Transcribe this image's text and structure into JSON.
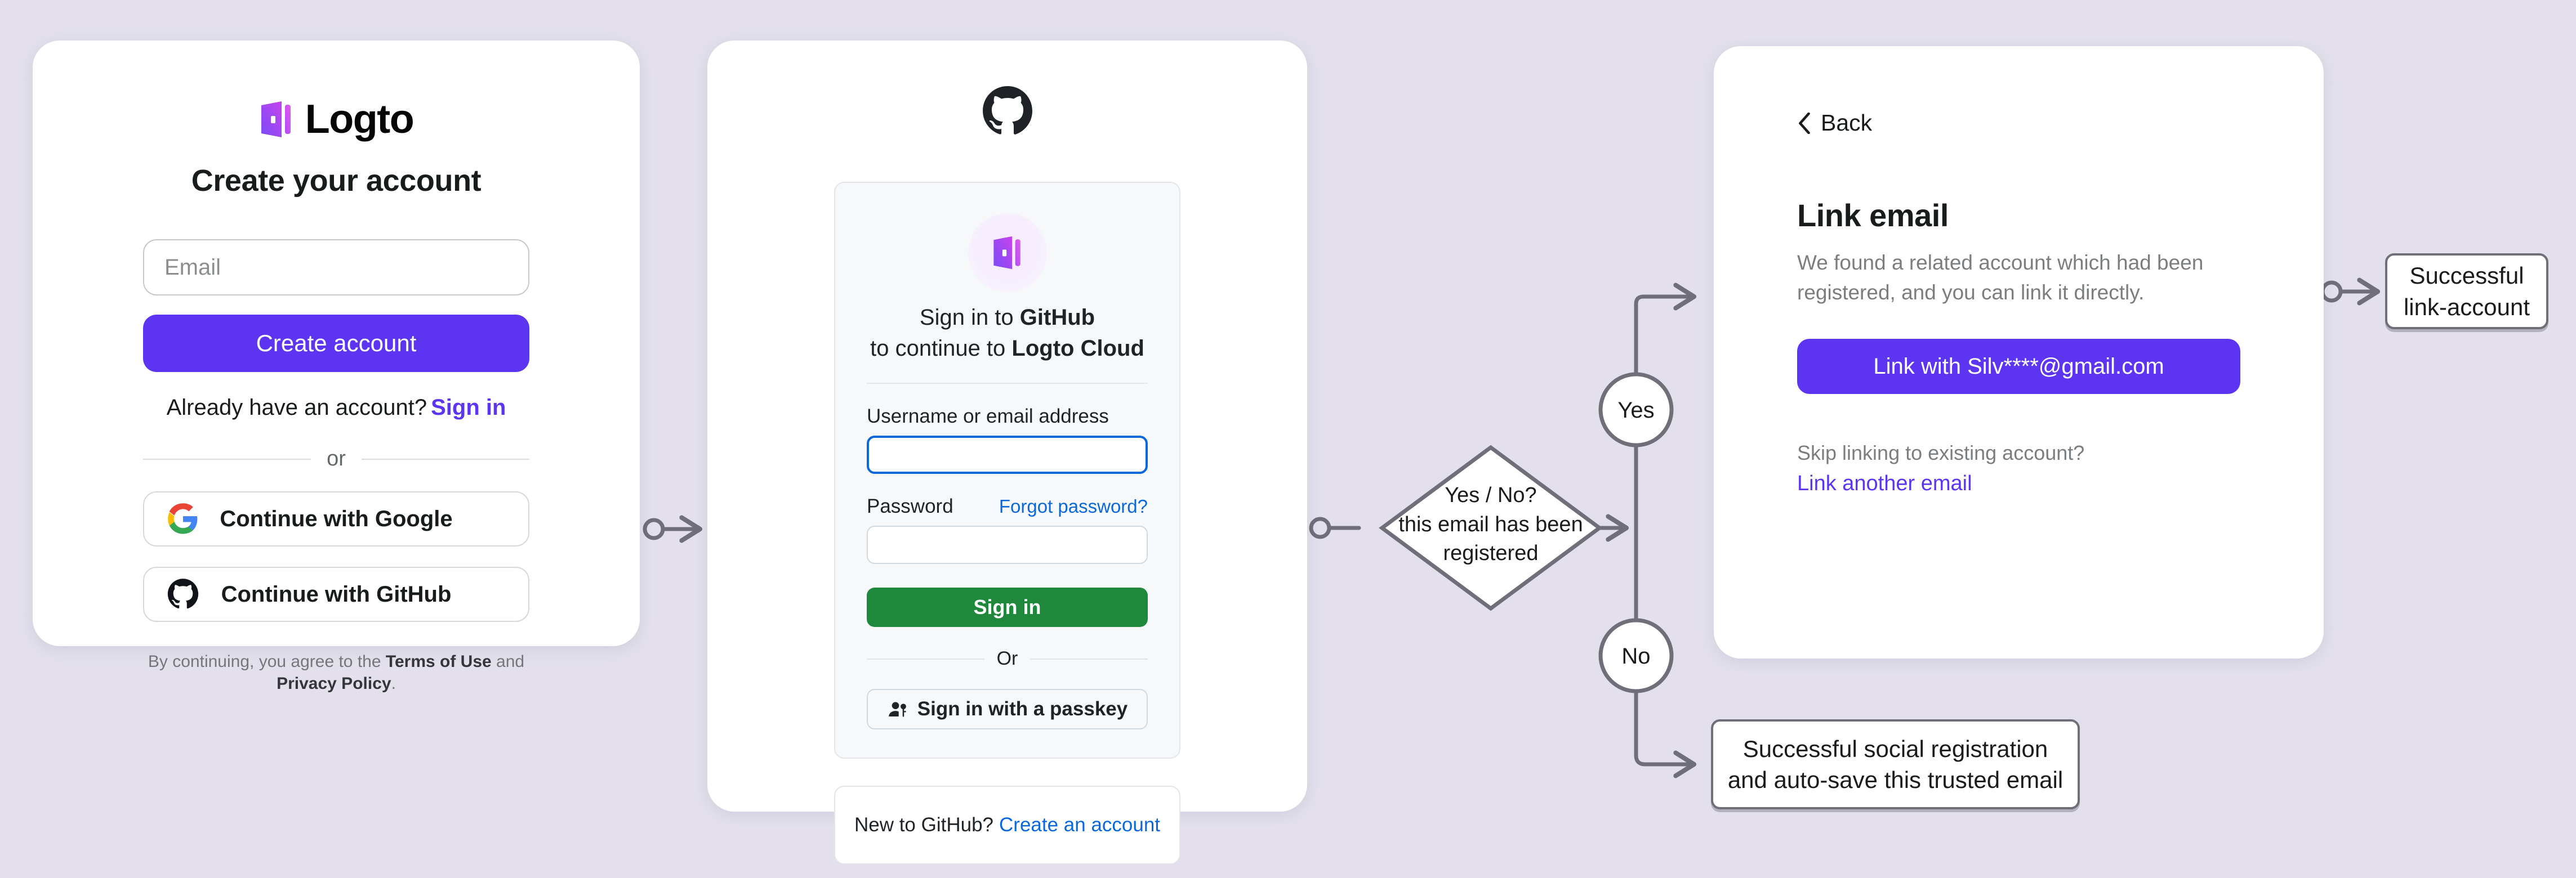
{
  "theme": {
    "background": "#e3e0ec",
    "brand_purple": "#5d34f2",
    "github_green": "#1f883d",
    "github_blue": "#0969da",
    "flow_stroke": "#6f6f7a"
  },
  "signup_card": {
    "brand_name": "Logto",
    "title": "Create your account",
    "email_placeholder": "Email",
    "email_value": "",
    "create_account_label": "Create account",
    "have_account_text": "Already have an account?",
    "sign_in_link": "Sign in",
    "or_divider": "or",
    "google_label": "Continue with Google",
    "github_label": "Continue with GitHub",
    "legal_prefix": "By continuing, you agree to the ",
    "legal_terms": "Terms of Use",
    "legal_middle": " and ",
    "legal_privacy": "Privacy Policy",
    "legal_suffix": "."
  },
  "github_card": {
    "heading_line1_prefix": "Sign in to ",
    "heading_line1_strong": "GitHub",
    "heading_line2_prefix": "to continue to ",
    "heading_line2_strong": "Logto Cloud",
    "username_label": "Username or email address",
    "username_value": "",
    "password_label": "Password",
    "password_value": "",
    "forgot_password": "Forgot password?",
    "sign_in_label": "Sign in",
    "or_divider": "Or",
    "passkey_label": "Sign in with a passkey",
    "new_to_github": "New to GitHub?",
    "create_account_link": "Create an account"
  },
  "link_card": {
    "back_label": "Back",
    "title": "Link email",
    "description": "We found a related account which had been registered, and you can link it directly.",
    "link_button_label": "Link with Silv****@gmail.com",
    "skip_text": "Skip linking to existing account?",
    "link_another_label": "Link another email"
  },
  "flow": {
    "decision_text": "Yes / No?\nthis email has been\nregistered",
    "yes_label": "Yes",
    "no_label": "No",
    "terminal_link_account": "Successful\nlink-account",
    "terminal_social_registration": "Successful social registration\nand auto-save this trusted email"
  }
}
